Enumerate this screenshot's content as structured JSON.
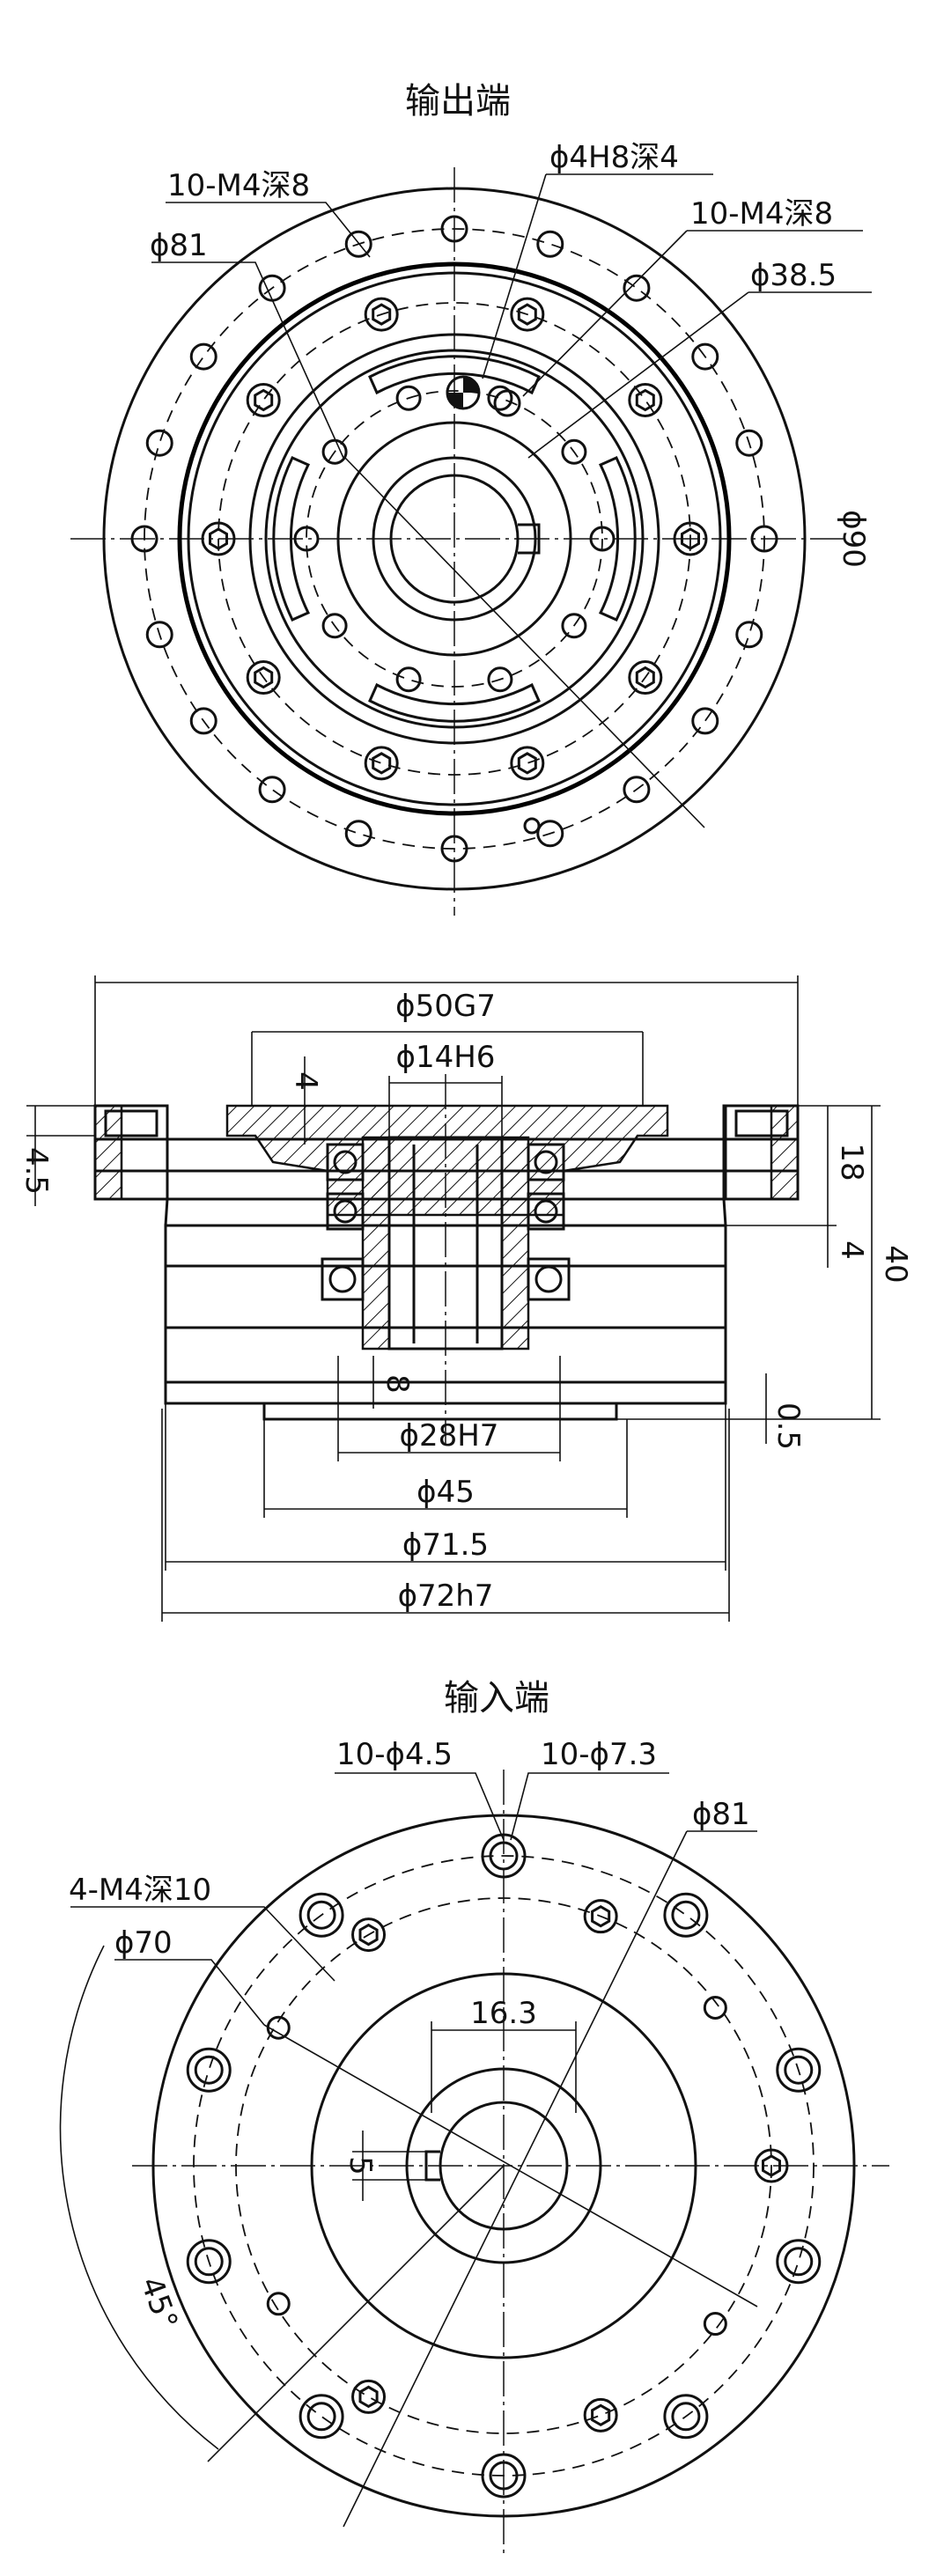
{
  "views": {
    "output": {
      "title": "输出端",
      "labels": {
        "m4_depth8_a": "10-M4深8",
        "pin_hole": "ϕ4H8深4",
        "m4_depth8_b": "10-M4深8",
        "dia81": "ϕ81",
        "dia38_5": "ϕ38.5",
        "dia90": "ϕ90"
      }
    },
    "section": {
      "labels": {
        "dia50g7": "ϕ50G7",
        "dia14h6": "ϕ14H6",
        "dia28h7": "ϕ28H7",
        "dia45": "ϕ45",
        "dia71_5": "ϕ71.5",
        "dia72h7": "ϕ72h7",
        "dim4_top": "4",
        "dim4_5": "4.5",
        "dim18": "18",
        "dim40": "40",
        "dim4_right": "4",
        "dim8": "8",
        "dim0_5": "0.5"
      }
    },
    "input": {
      "title": "输入端",
      "labels": {
        "holes_4_5": "10-ϕ4.5",
        "holes_7_3": "10-ϕ7.3",
        "dia81": "ϕ81",
        "m4_depth10": "4-M4深10",
        "dia70": "ϕ70",
        "dim16_3": "16.3",
        "dim5": "5",
        "angle45": "45°"
      }
    }
  }
}
